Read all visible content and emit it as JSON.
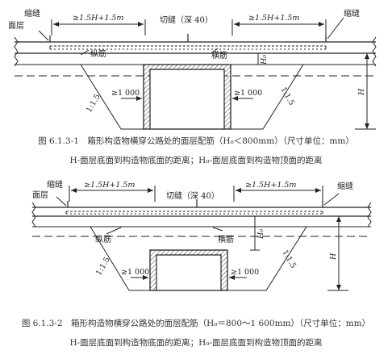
{
  "figure1": {
    "labels": {
      "suofeng_left": "缩缝",
      "mianceng": "面层",
      "qiefeng": "切缝（深 40）",
      "suofeng_right": "缩缝",
      "zongjin": "纵筋",
      "hengjin": "横筋",
      "dim_left": "≥1.5H+1.5m",
      "dim_right": "≥1.5H+1.5m",
      "h0": "H₀",
      "h": "H",
      "slope_left": "1:1.5",
      "slope_right": "1:1.5",
      "gap_left": "≥1 000",
      "gap_right": "≥1 000"
    },
    "caption_line1": "图 6.1.3-1　箱形构造物横穿公路处的面层配筋（H₀＜800mm）（尺寸单位：mm）",
    "caption_line2": "H-面层底面到构造物底面的距离；H₀-面层底面到构造物顶面的距离"
  },
  "figure2": {
    "labels": {
      "suofeng_left": "缩缝",
      "mianceng": "面层",
      "qiefeng": "切缝（深 40）",
      "suofeng_right": "缩缝",
      "zongjin": "纵筋",
      "hengjin": "横筋",
      "dim_left": "≥1.5H+1.5m",
      "dim_right": "≥1.5H+1.5m",
      "h0": "H₀",
      "h": "H",
      "slope_left": "1:1.5",
      "slope_right": "1:1.5",
      "gap_left": "≥1 000",
      "gap_right": "≥1 000"
    },
    "caption_line1": "图 6.1.3-2　箱形构造物横穿公路处的面层配筋（H₀＝800～1 600mm）（尺寸单位：mm）",
    "caption_line2": "H-面层底面到构造物底面的距离；H₀-面层底面到构造物顶面的距离"
  }
}
